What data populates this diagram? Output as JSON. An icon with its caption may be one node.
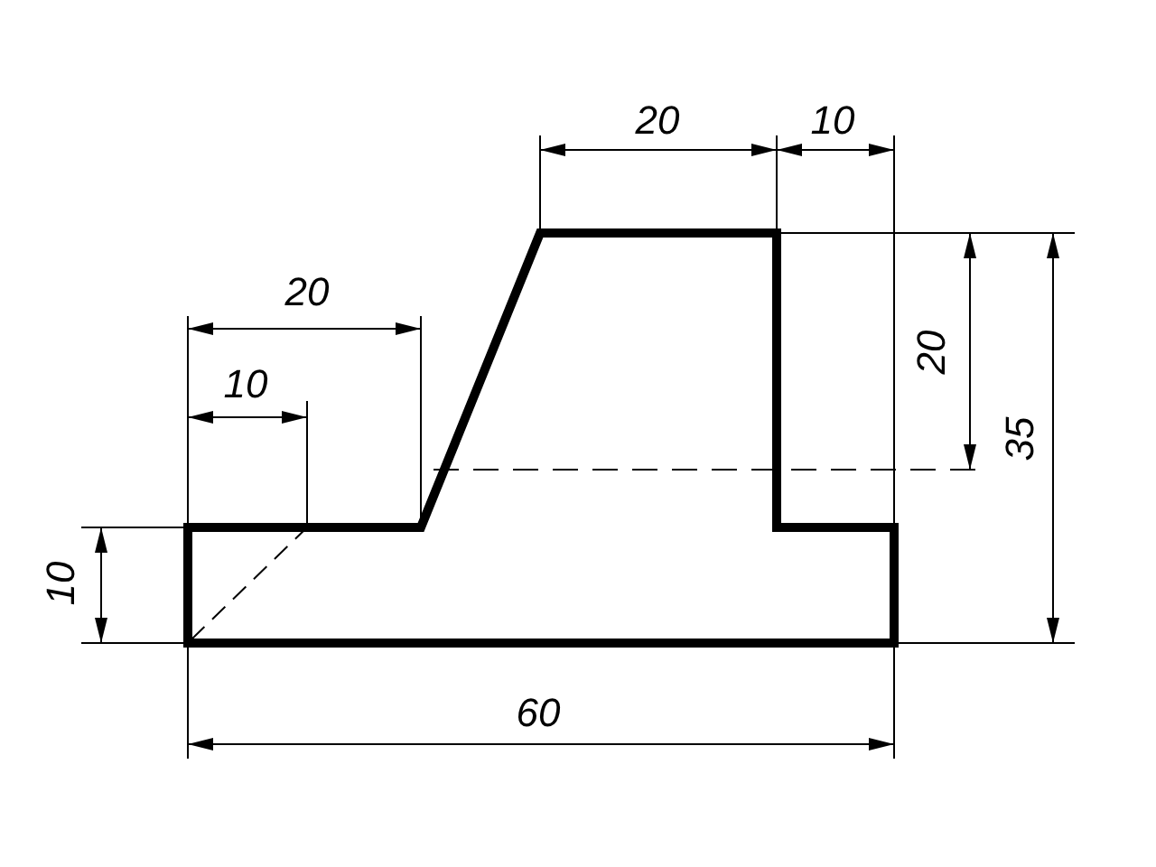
{
  "diagram": {
    "labels": [
      "20",
      "10",
      "20",
      "20",
      "10",
      "35",
      "10",
      "60"
    ]
  }
}
